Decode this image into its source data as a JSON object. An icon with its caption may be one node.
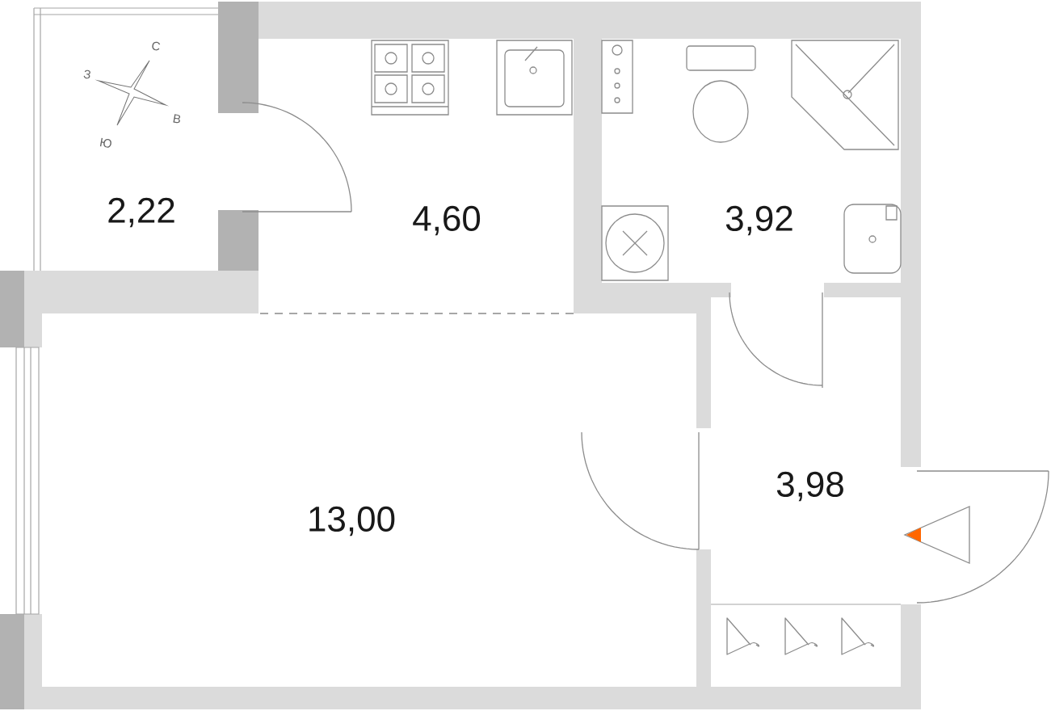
{
  "diagram": {
    "labels": [
      "С",
      "З",
      "В",
      "Ю",
      "2,22",
      "4,60",
      "3,92",
      "3,98",
      "13,00"
    ]
  }
}
